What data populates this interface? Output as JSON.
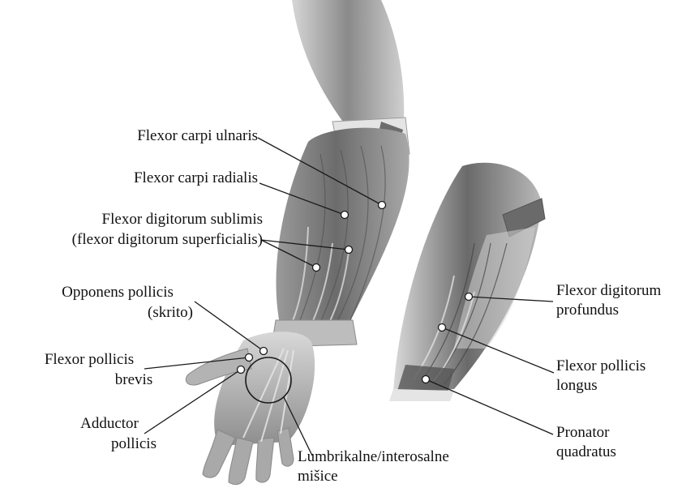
{
  "labels": {
    "flexor_carpi_ulnaris": "Flexor carpi ulnaris",
    "flexor_carpi_radialis": "Flexor carpi radialis",
    "flexor_digitorum_sublimis": "Flexor digitorum sublimis",
    "flexor_digitorum_superficialis": "(flexor digitorum superficialis)",
    "opponens_pollicis": "Opponens pollicis",
    "opponens_hidden": "(skrito)",
    "flexor_pollicis_brevis_1": "Flexor pollicis",
    "flexor_pollicis_brevis_2": "brevis",
    "adductor_pollicis_1": "Adductor",
    "adductor_pollicis_2": "pollicis",
    "lumbrical_1": "Lumbrikalne/interosalne",
    "lumbrical_2": "mišice",
    "flexor_digitorum_profundus_1": "Flexor digitorum",
    "flexor_digitorum_profundus_2": "profundus",
    "flexor_pollicis_longus_1": "Flexor pollicis",
    "flexor_pollicis_longus_2": "longus",
    "pronator_quadratus_1": "Pronator",
    "pronator_quadratus_2": "quadratus"
  },
  "colors": {
    "muscle_dark": "#5f5f5f",
    "muscle_mid": "#8c8c8c",
    "muscle_light": "#c4c4c4",
    "tendon": "#e2e2e2",
    "leader_line": "#1a1a1a",
    "marker_fill": "#ffffff"
  }
}
